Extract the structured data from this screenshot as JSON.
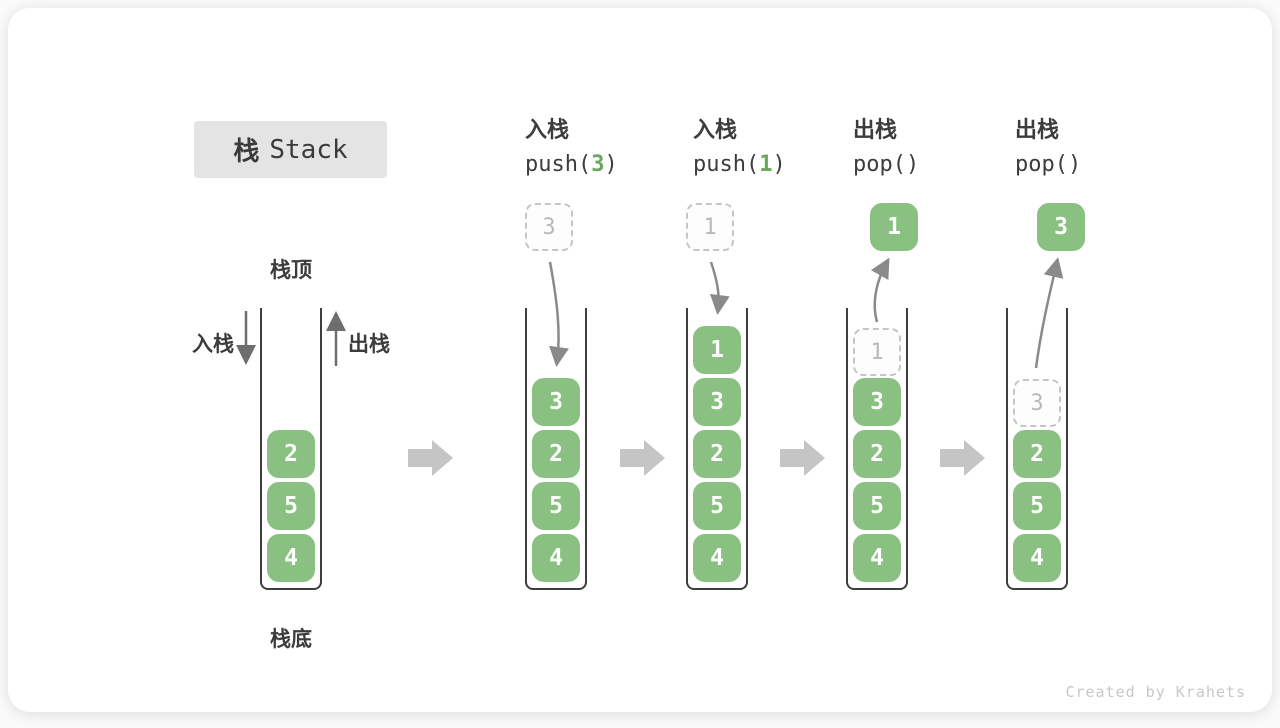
{
  "title": {
    "cjk": "栈",
    "en": "Stack"
  },
  "annotations": {
    "stack_top": "栈顶",
    "stack_bottom": "栈底",
    "push": "入栈",
    "pop": "出栈"
  },
  "operations": [
    {
      "name": "入栈",
      "fn": "push(",
      "arg": "3",
      "close": ")"
    },
    {
      "name": "入栈",
      "fn": "push(",
      "arg": "1",
      "close": ")"
    },
    {
      "name": "出栈",
      "fn": "pop(",
      "arg": "",
      "close": ")"
    },
    {
      "name": "出栈",
      "fn": "pop(",
      "arg": "",
      "close": ")"
    }
  ],
  "stacks": [
    {
      "values": [
        "2",
        "5",
        "4"
      ]
    },
    {
      "incoming": "3",
      "values": [
        "3",
        "2",
        "5",
        "4"
      ]
    },
    {
      "incoming": "1",
      "values": [
        "1",
        "3",
        "2",
        "5",
        "4"
      ]
    },
    {
      "outgoing": "1",
      "ghost": "1",
      "values": [
        "3",
        "2",
        "5",
        "4"
      ]
    },
    {
      "outgoing": "3",
      "ghost": "3",
      "values": [
        "2",
        "5",
        "4"
      ]
    }
  ],
  "colors": {
    "block_green": "#8ac182",
    "arg_green": "#69a85a",
    "arrow_gray": "#8a8a8a",
    "flow_arrow_gray": "#c5c5c5",
    "title_bg": "#e4e4e4",
    "text_dark": "#3c3c3c"
  },
  "watermark": "Created by Krahets"
}
